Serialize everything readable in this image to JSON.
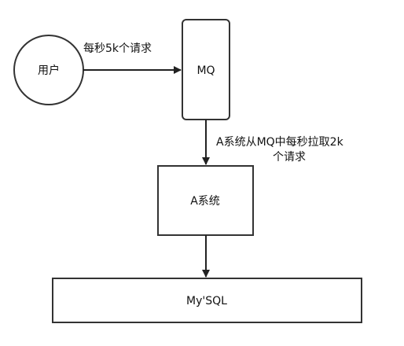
{
  "nodes": {
    "user": {
      "label": "用户"
    },
    "mq": {
      "label": "MQ"
    },
    "system_a": {
      "label": "A系统"
    },
    "mysql": {
      "label": "My'SQL"
    }
  },
  "edges": {
    "user_to_mq": {
      "label": "每秒5k个请求"
    },
    "mq_to_a": {
      "label_line1": "A系统从MQ中每秒拉取2k",
      "label_line2": "个请求"
    }
  },
  "colors": {
    "stroke": "#333333",
    "fill": "#ffffff",
    "text": "#111111"
  }
}
